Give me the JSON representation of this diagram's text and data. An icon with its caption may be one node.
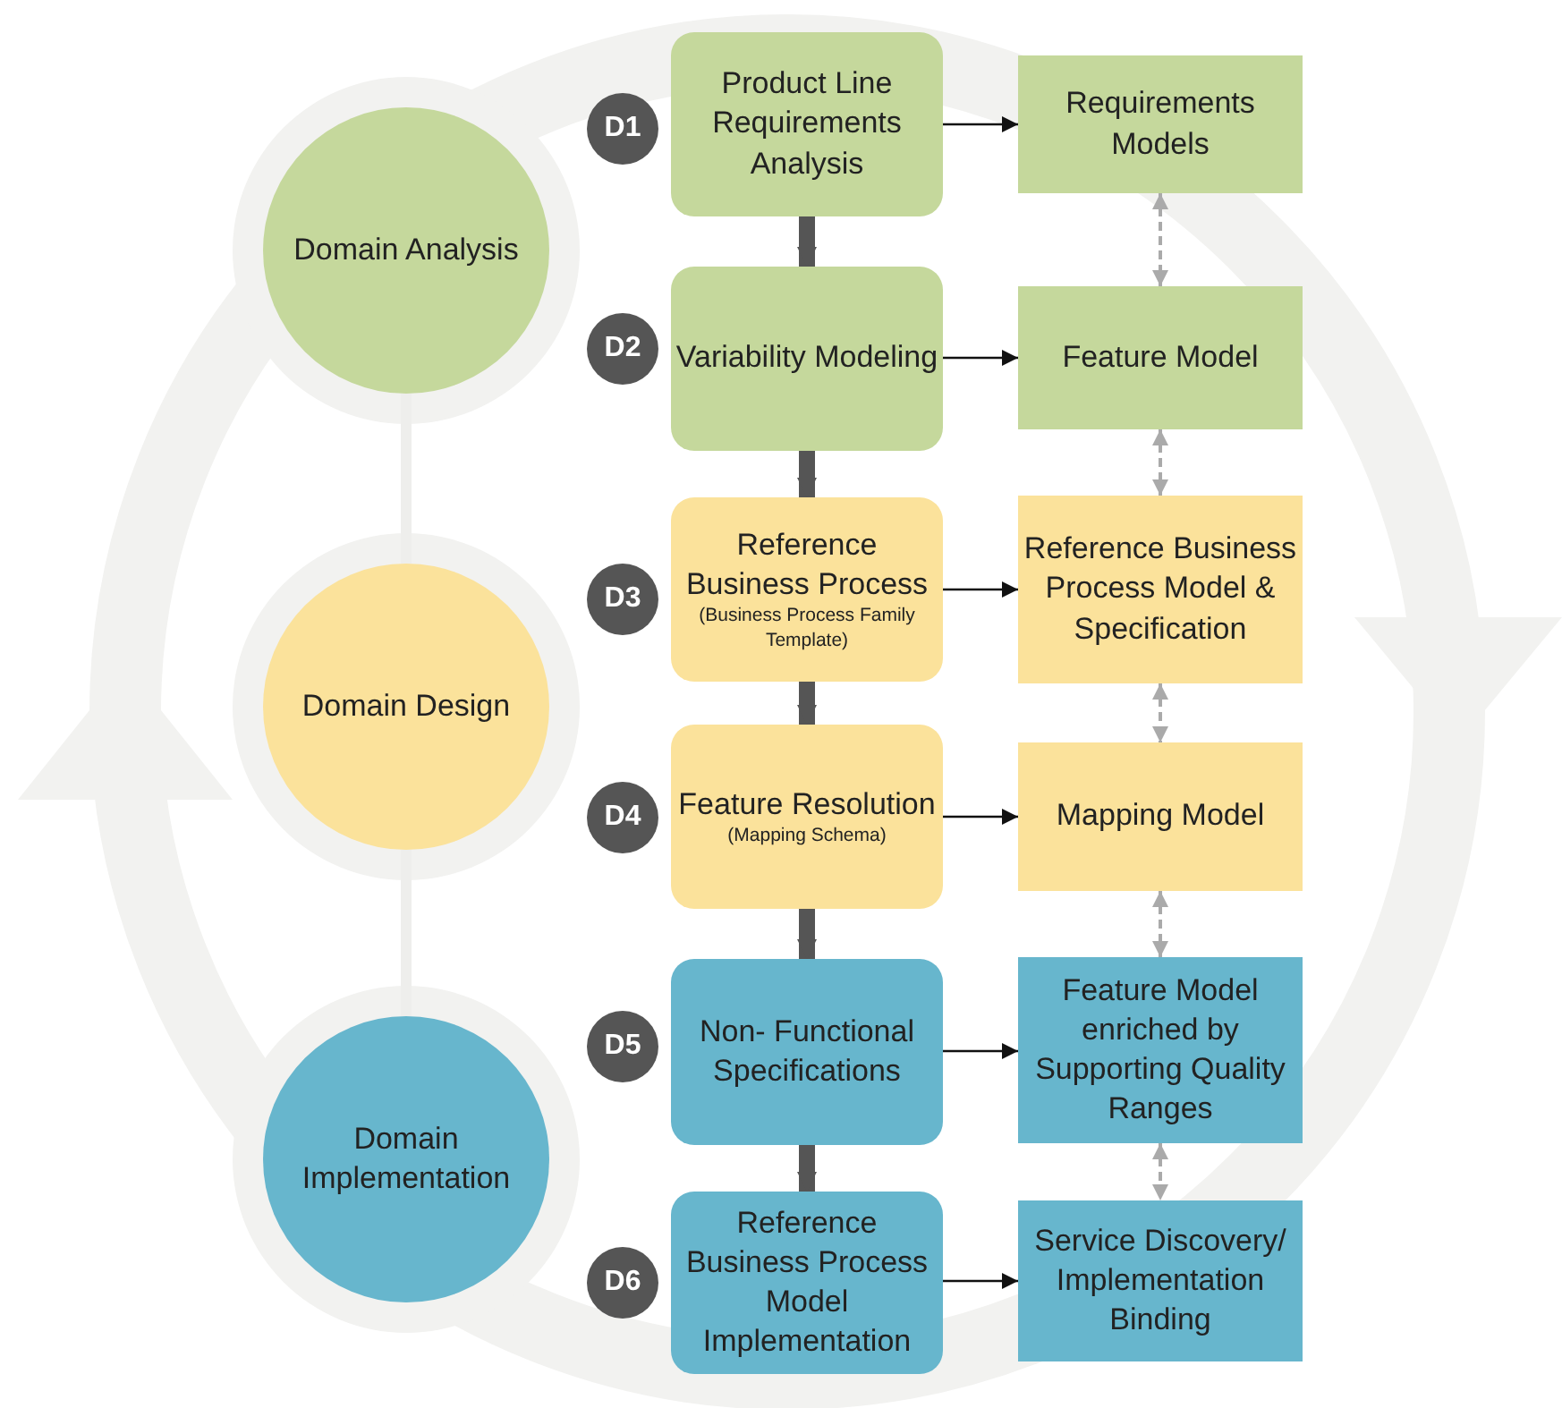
{
  "diagram": {
    "nodes": [
      {
        "text": [
          "Domain Analysis"
        ]
      },
      {
        "text": [
          "Domain Design"
        ]
      },
      {
        "text": [
          "Domain Implementation"
        ]
      },
      {
        "text": [
          "D1"
        ]
      },
      {
        "text": [
          "Product Line Requirements Analysis"
        ]
      },
      {
        "text": [
          "Requirements Models"
        ]
      },
      {
        "text": [
          "D2"
        ]
      },
      {
        "text": [
          "Variability Modeling"
        ]
      },
      {
        "text": [
          "Feature Model"
        ]
      },
      {
        "text": [
          "D3"
        ]
      },
      {
        "text": [
          "Reference Business Process",
          "(Business Process Family Template)"
        ]
      },
      {
        "text": [
          "Reference Business Process Model & Specification"
        ]
      },
      {
        "text": [
          "D4"
        ]
      },
      {
        "text": [
          "Feature Resolution",
          "(Mapping Schema)"
        ]
      },
      {
        "text": [
          "Mapping Model"
        ]
      },
      {
        "text": [
          "D5"
        ]
      },
      {
        "text": [
          "Non- Functional Specifications"
        ]
      },
      {
        "text": [
          "Feature Model enriched by Supporting Quality Ranges"
        ]
      },
      {
        "text": [
          "D6"
        ]
      },
      {
        "text": [
          "Reference Business Process Model Implementation"
        ]
      },
      {
        "text": [
          "Service Discovery/ Implementation Binding"
        ]
      }
    ],
    "edges": [
      {
        "from": 0,
        "to": 1,
        "arrow": "none",
        "style": "thick",
        "color": "#eeeeec"
      },
      {
        "from": 1,
        "to": 2,
        "arrow": "none",
        "style": "thick",
        "color": "#eeeeec"
      },
      {
        "from": 4,
        "to": 5,
        "arrow": "to"
      },
      {
        "from": 7,
        "to": 8,
        "arrow": "to"
      },
      {
        "from": 10,
        "to": 11,
        "arrow": "to"
      },
      {
        "from": 13,
        "to": 14,
        "arrow": "to"
      },
      {
        "from": 16,
        "to": 17,
        "arrow": "to"
      },
      {
        "from": 19,
        "to": 20,
        "arrow": "to"
      },
      {
        "from": 4,
        "to": 7,
        "arrow": "to",
        "style": "thick",
        "color": "#555555"
      },
      {
        "from": 7,
        "to": 10,
        "arrow": "to",
        "style": "thick",
        "color": "#555555"
      },
      {
        "from": 10,
        "to": 13,
        "arrow": "to",
        "style": "thick",
        "color": "#555555"
      },
      {
        "from": 13,
        "to": 16,
        "arrow": "to",
        "style": "thick",
        "color": "#555555"
      },
      {
        "from": 16,
        "to": 19,
        "arrow": "to",
        "style": "thick",
        "color": "#555555"
      },
      {
        "from": 5,
        "to": 8,
        "arrow": "both",
        "style": "dashed",
        "color": "#aaaaaa"
      },
      {
        "from": 8,
        "to": 11,
        "arrow": "both",
        "style": "dashed",
        "color": "#aaaaaa"
      },
      {
        "from": 11,
        "to": 14,
        "arrow": "both",
        "style": "dashed",
        "color": "#aaaaaa"
      },
      {
        "from": 14,
        "to": 17,
        "arrow": "both",
        "style": "dashed",
        "color": "#aaaaaa"
      },
      {
        "from": 17,
        "to": 20,
        "arrow": "both",
        "style": "dashed",
        "color": "#aaaaaa"
      }
    ]
  }
}
